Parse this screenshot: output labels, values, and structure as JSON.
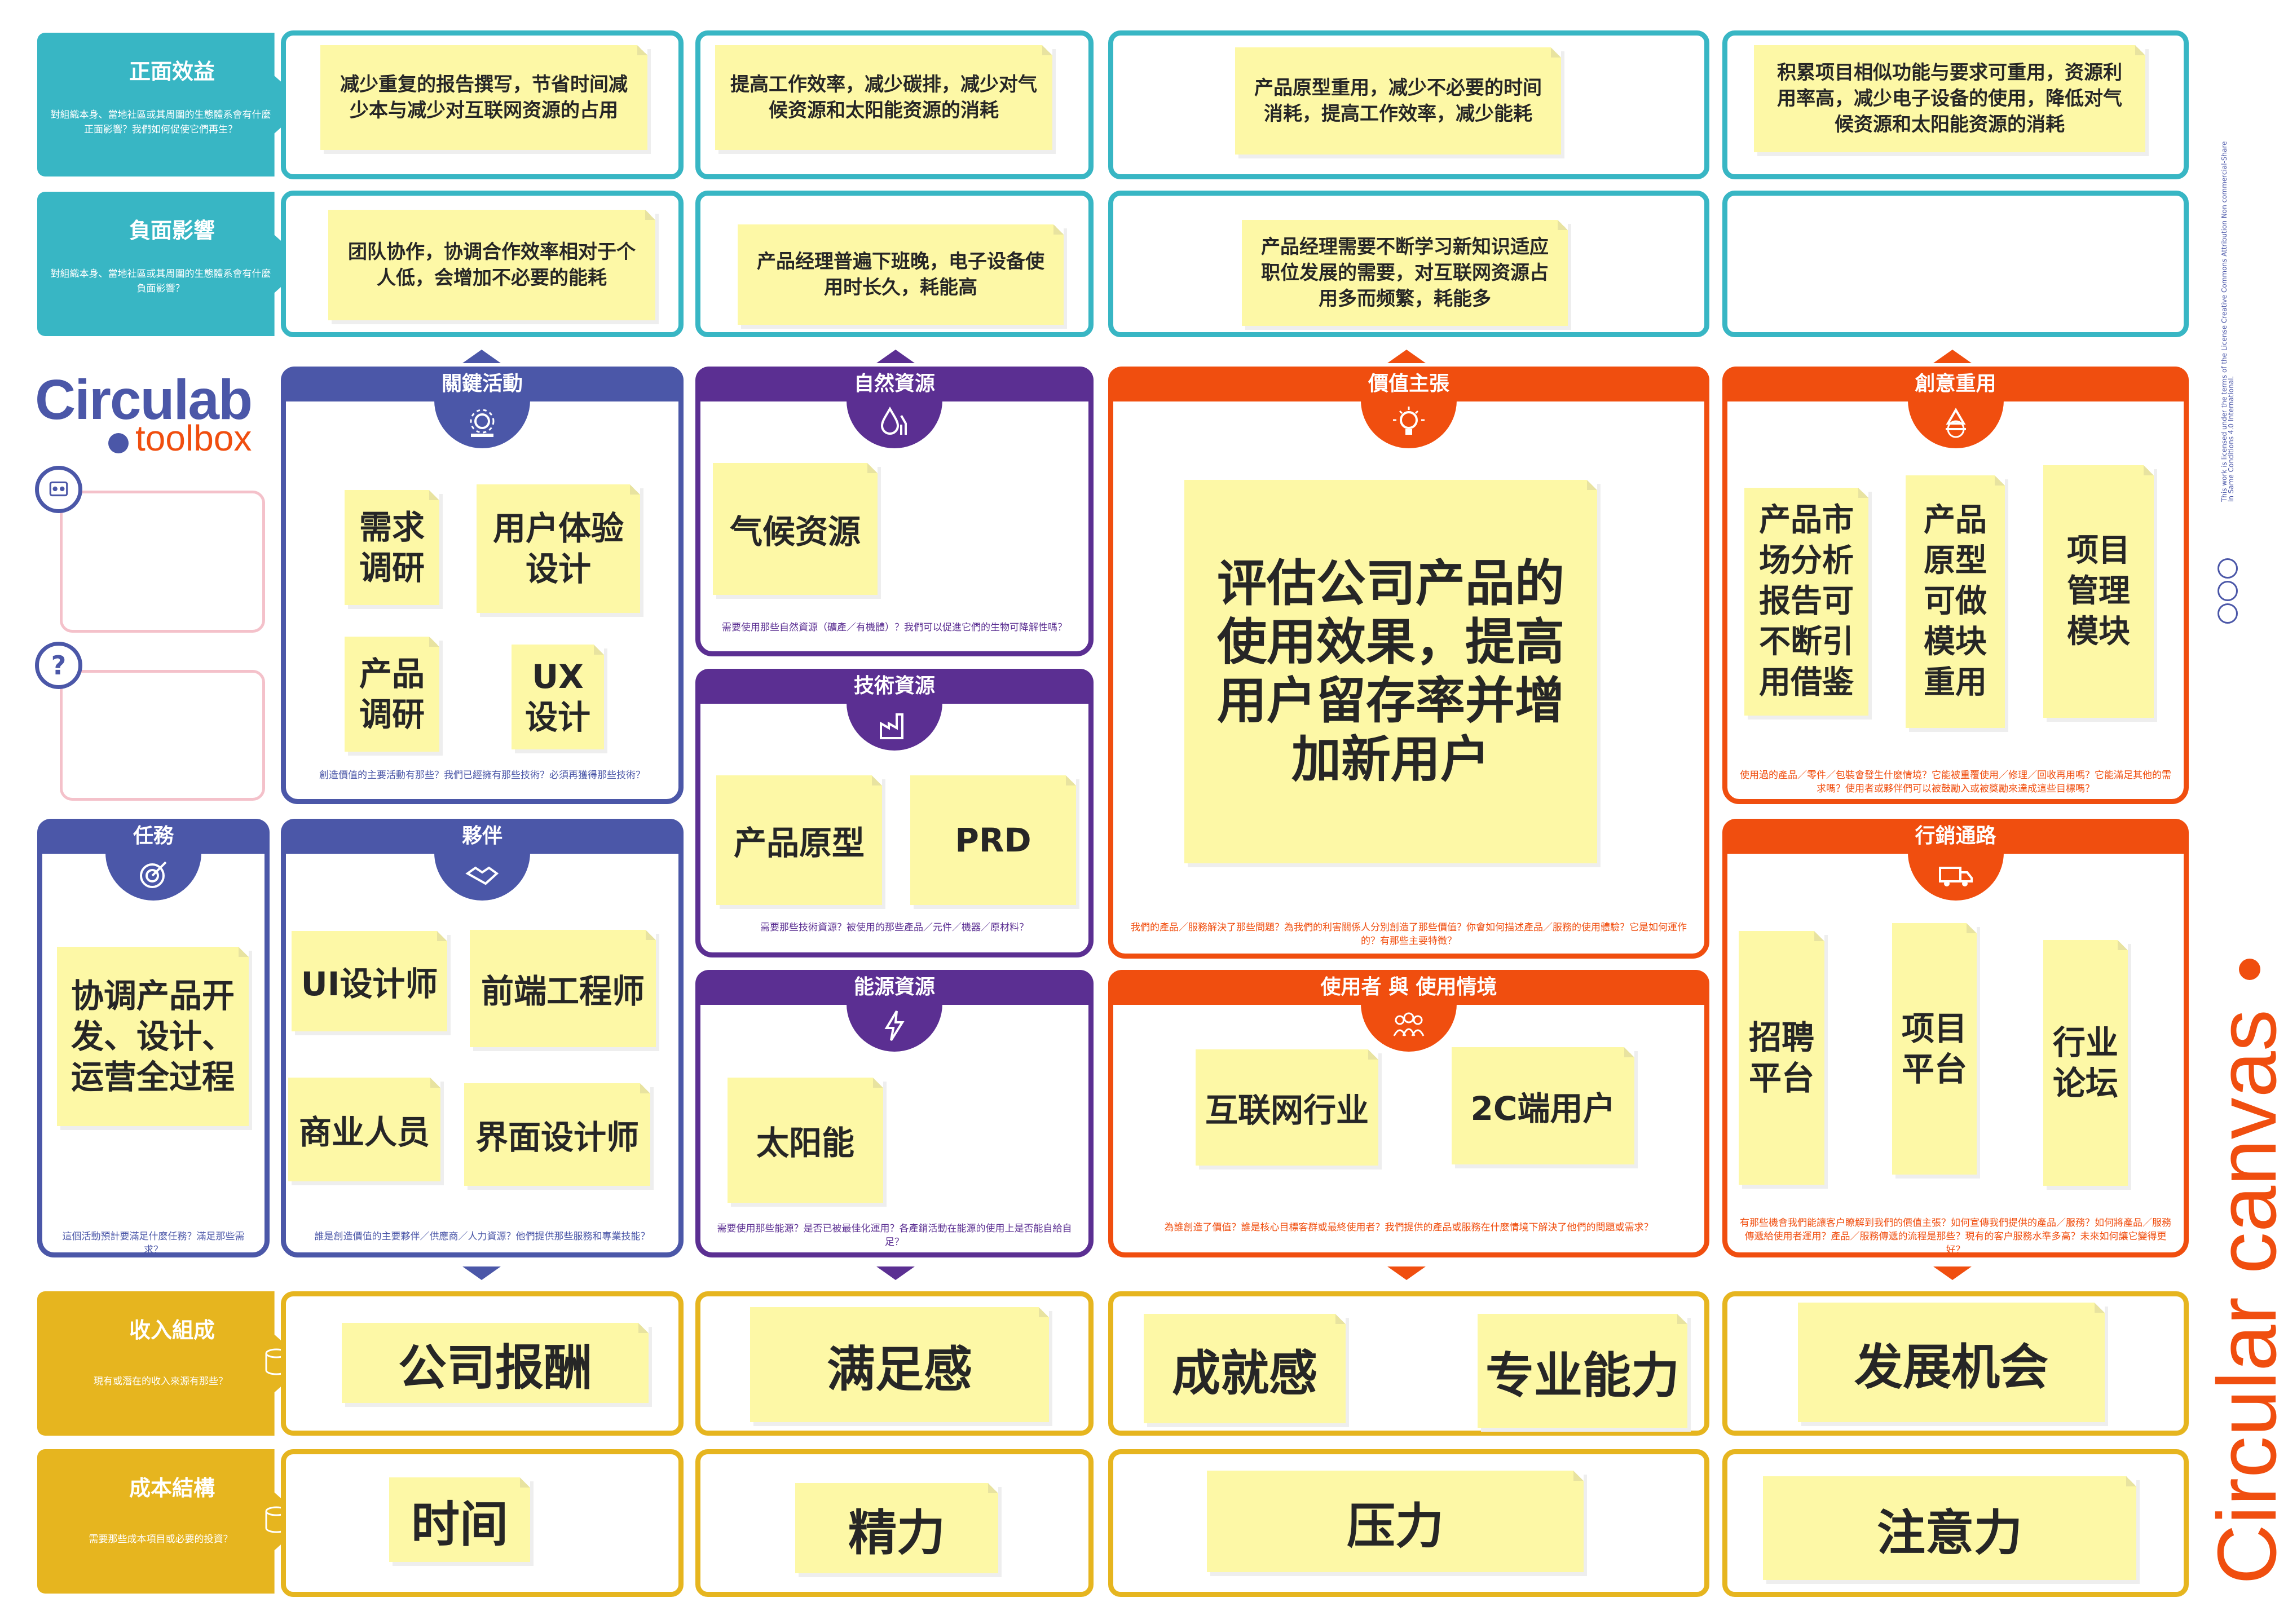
{
  "brand": {
    "circulab": "Circulab",
    "toolbox": "toolbox",
    "circular_canvas": "Circular canvas",
    "license": "This work is licensed under the terms of the License Creative Commons Attribution Non commercial-Share in Same Conditions 4.0 International."
  },
  "sides": {
    "positive": {
      "title": "正面效益",
      "sub": "對組織本身、當地社區或其周圍的生態體系會有什麼正面影響？我們如何促使它們再生？"
    },
    "negative": {
      "title": "負面影響",
      "sub": "對組織本身、當地社區或其周圍的生態體系會有什麼負面影響？"
    },
    "revenue": {
      "title": "收入組成",
      "sub": "現有或潛在的收入來源有那些？"
    },
    "cost": {
      "title": "成本結構",
      "sub": "需要那些成本項目或必要的投資？"
    }
  },
  "positive_notes": [
    "减少重复的报告撰写，节省时间减少本与减少对互联网资源的占用",
    "提高工作效率，减少碳排，减少对气候资源和太阳能资源的消耗",
    "产品原型重用，减少不必要的时间消耗，提高工作效率，减少能耗",
    "积累项目相似功能与要求可重用，资源利用率高，减少电子设备的使用，降低对气候资源和太阳能资源的消耗"
  ],
  "negative_notes": [
    "团队协作，协调合作效率相对于个人低，会增加不必要的能耗",
    "产品经理普遍下班晚，电子设备使用时长久，耗能高",
    "产品经理需要不断学习新知识适应职位发展的需要，对互联网资源占用多而频繁，耗能多",
    ""
  ],
  "blocks": {
    "activities": {
      "title": "關鍵活動",
      "q": "創造價值的主要活動有那些？我們已經擁有那些技術？必須再獲得那些技術？",
      "notes": [
        "需求\n调研",
        "用户体验\n设计",
        "产品\n调研",
        "UX\n设计"
      ]
    },
    "natural": {
      "title": "自然資源",
      "q": "需要使用那些自然資源（礦產／有機體）？我們可以促進它們的生物可降解性嗎？",
      "notes": [
        "气候资源"
      ]
    },
    "tech": {
      "title": "技術資源",
      "q": "需要那些技術資源？被使用的那些產品／元件／機器／原材料？",
      "notes": [
        "产品原型",
        "PRD"
      ]
    },
    "energy": {
      "title": "能源資源",
      "q": "需要使用那些能源？是否已被最佳化運用？各產銷活動在能源的使用上是否能自給自足？",
      "notes": [
        "太阳能"
      ]
    },
    "value": {
      "title": "價值主張",
      "q": "我們的產品／服務解決了那些問題？為我們的利害關係人分別創造了那些價值？你會如何描述產品／服務的使用體驗？它是如何運作的？有那些主要特徵？",
      "notes": [
        "评估公司产品的使用效果，提高用户留存率并增加新用户"
      ]
    },
    "reuse": {
      "title": "創意重用",
      "q": "使用過的產品／零件／包裝會發生什麼情境？它能被重覆使用／修理／回收再用嗎？它能滿足其他的需求嗎？使用者或夥伴們可以被鼓勵入或被獎勵來達成這些目標嗎？",
      "notes": [
        "产品市\n场分析\n报告可\n不断引\n用借鉴",
        "产品\n原型\n可做\n模块\n重用",
        "项目\n管理\n模块"
      ]
    },
    "mission": {
      "title": "任務",
      "q": "這個活動預計要滿足什麼任務？滿足那些需求？",
      "notes": [
        "协调产品开\n发、设计、\n运营全过程"
      ]
    },
    "partners": {
      "title": "夥伴",
      "q": "誰是創造價值的主要夥伴／供應商／人力資源？他們提供那些服務和專業技能？",
      "notes": [
        "UI设计师",
        "前端工程师",
        "商业人员",
        "界面设计师"
      ]
    },
    "users": {
      "title": "使用者 與 使用情境",
      "q": "為誰創造了價值？誰是核心目標客群或最終使用者？我們提供的產品或服務在什麼情境下解決了他們的問題或需求？",
      "notes": [
        "互联网行业",
        "2C端用户"
      ]
    },
    "channels": {
      "title": "行銷通路",
      "q": "有那些機會我們能讓客户瞭解到我們的價值主張？如何宣傳我們提供的產品／服務？如何將產品／服務傳遞給使用者運用？產品／服務傳遞的流程是那些？現有的客户服務水準多高？未來如何讓它變得更好？",
      "notes": [
        "招聘\n平台",
        "项目\n平台",
        "行业\n论坛"
      ]
    }
  },
  "revenue_notes": [
    "公司报酬",
    "满足感",
    "成就感",
    "专业能力",
    "发展机会"
  ],
  "cost_notes": [
    "时间",
    "精力",
    "压力",
    "注意力"
  ],
  "colors": {
    "teal": "#38b6c4",
    "indigo": "#4b57a8",
    "purple": "#5b2f92",
    "orange": "#f04e0f",
    "gold": "#e6b51f",
    "note": "#fdf8a6"
  }
}
